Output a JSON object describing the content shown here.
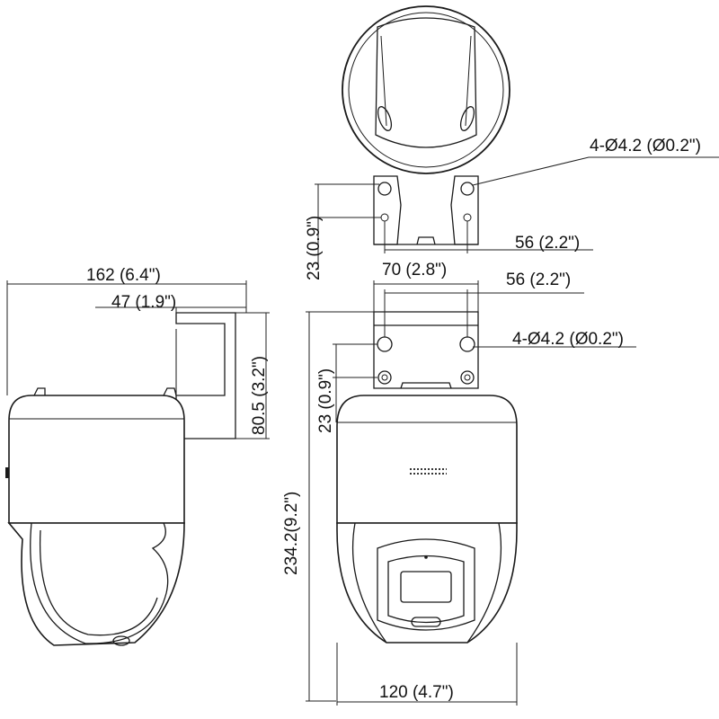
{
  "dimensions": {
    "overall_width": "162 (6.4\")",
    "bracket_offset": "47 (1.9\")",
    "bracket_height": "80.5 (3.2\")",
    "overall_height": "234.2(9.2\")",
    "base_width": "120 (4.7\")",
    "mount_width_top": "70 (2.8\")",
    "hole_spacing_top": "56 (2.2\")",
    "hole_spacing_bottom": "56 (2.2\")",
    "hole_spec_top": "4-Ø4.2 (Ø0.2\")",
    "hole_spec_mid": "4-Ø4.2 (Ø0.2\")",
    "vertical_spacing_top": "23 (0.9\")",
    "vertical_spacing_mid": "23 (0.9\")"
  }
}
